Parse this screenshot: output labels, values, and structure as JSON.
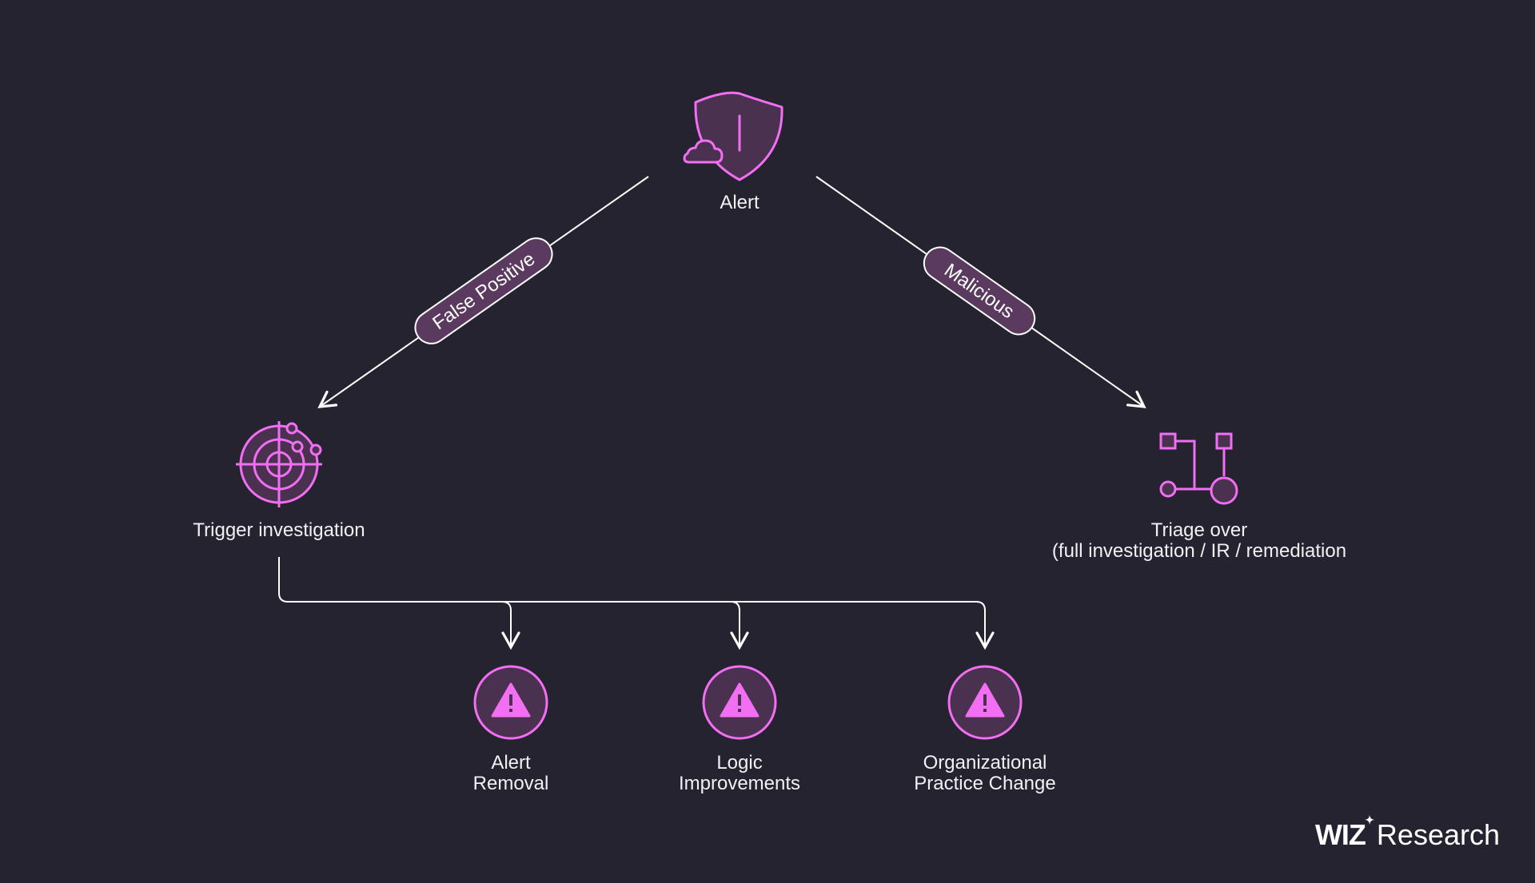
{
  "nodes": {
    "alert": {
      "label": "Alert"
    },
    "trigger": {
      "label": "Trigger investigation"
    },
    "triage": {
      "line1": "Triage over",
      "line2": "(full investigation / IR / remediation"
    },
    "outcomes": [
      {
        "line1": "Alert",
        "line2": "Removal"
      },
      {
        "line1": "Logic",
        "line2": "Improvements"
      },
      {
        "line1": "Organizational",
        "line2": "Practice Change"
      }
    ]
  },
  "edges": {
    "false_positive": {
      "label": "False Positive"
    },
    "malicious": {
      "label": "Malicious"
    }
  },
  "brand": {
    "wiz": "WIZ",
    "star": "✦",
    "research": "Research"
  },
  "colors": {
    "background": "#24232f",
    "accent": "#f26ef2",
    "fill": "#4a3150",
    "pill": "#5b3a5f",
    "line": "#ffffff"
  }
}
